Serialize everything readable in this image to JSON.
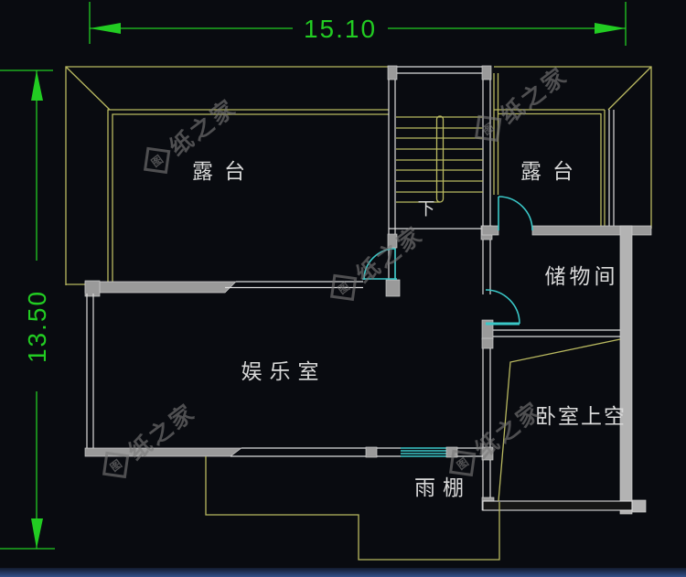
{
  "dimensions": {
    "width_label": "15.10",
    "height_label": "13.50"
  },
  "labels": {
    "left_terrace": "露台",
    "right_terrace": "露台",
    "storage": "储物间",
    "entertainment": "娱乐室",
    "bedroom_void": "卧室上空",
    "canopy": "雨棚",
    "stair_direction": "下"
  },
  "watermark": {
    "full_text": "图纸之家",
    "logo_char": "图",
    "tail_text": "纸之家"
  },
  "colors": {
    "bg": "#090b10",
    "dim": "#22cc22",
    "y": "#b9b960",
    "w": "#dcdcdc",
    "g": "#9a9a9a",
    "gl": "#b3b3b3",
    "c": "#3ac8c8",
    "txt": "#d9d9d9",
    "wm": "#7a7a7a",
    "footer": "#33518a"
  }
}
